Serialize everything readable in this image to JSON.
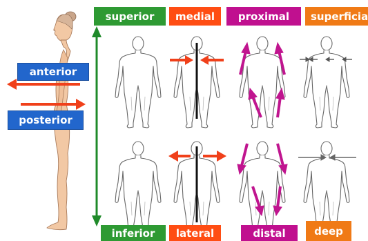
{
  "labels": {
    "superior": "superior",
    "medial": "medial",
    "proximal": "proximal",
    "superficial": "superficial",
    "inferior": "inferior",
    "lateral": "lateral",
    "distal": "distal",
    "deep": "deep",
    "anterior": "anterior",
    "posterior": "posterior"
  },
  "colors": {
    "green": "#2e9a33",
    "orange_red": "#ff4d13",
    "magenta": "#c0108f",
    "orange": "#f07a16",
    "blue": "#2266cc",
    "arrow_red": "#f0401a",
    "arrow_magenta": "#c0158f",
    "arrow_green": "#1f8a2a",
    "skin": "#f2c8a4"
  },
  "icons": [
    "human-figure-outline",
    "side-view-woman",
    "direction-arrow"
  ]
}
